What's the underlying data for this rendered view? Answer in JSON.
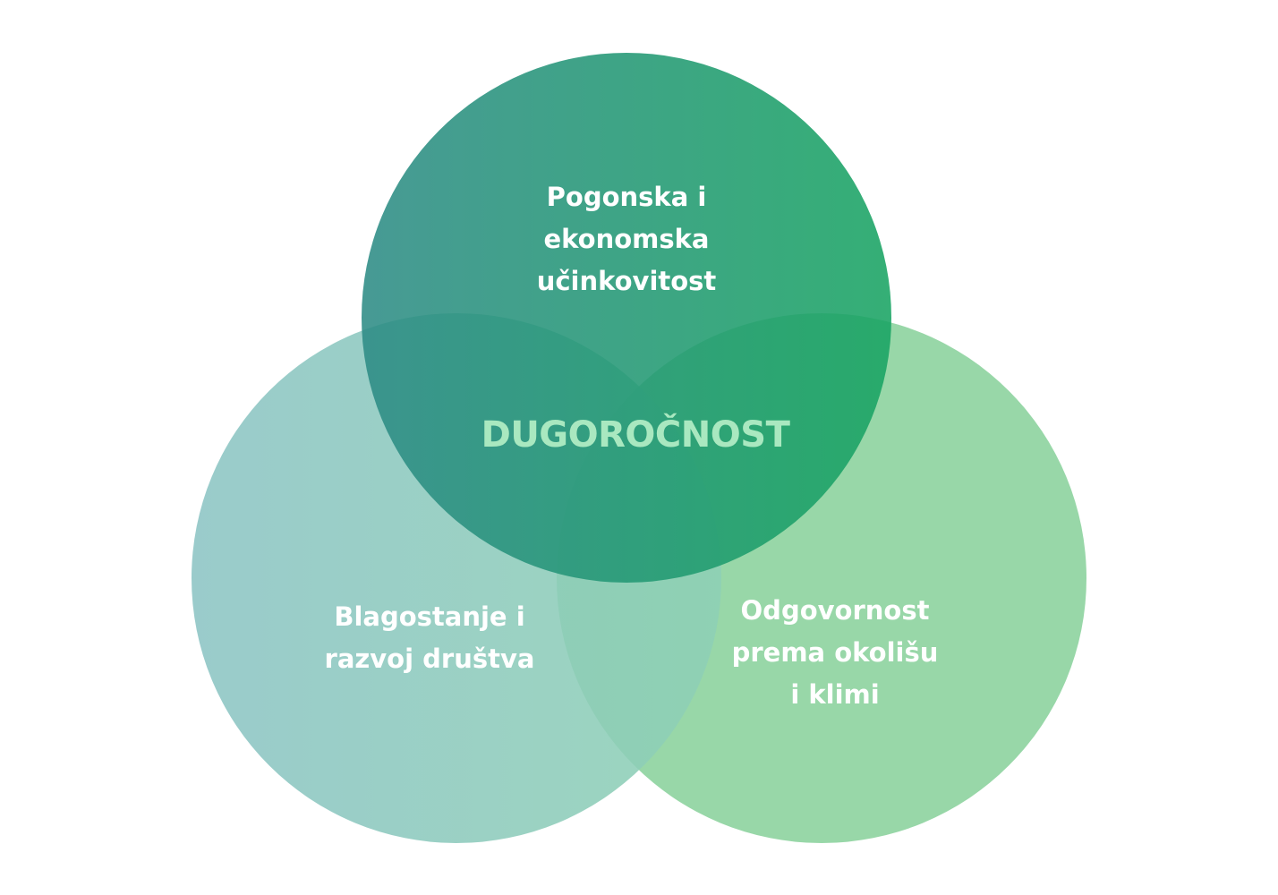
{
  "diagram": {
    "center": "DUGOROČNOST",
    "sets": [
      {
        "key": "top",
        "lines": [
          "Pogonska i",
          "ekonomska",
          "učinkovitost"
        ]
      },
      {
        "key": "left",
        "lines": [
          "Blagostanje i",
          "razvoj društva"
        ]
      },
      {
        "key": "right",
        "lines": [
          "Odgovornost",
          "prema okolišu",
          "i klimi"
        ]
      }
    ]
  },
  "colors": {
    "top_start": "#2e8c86",
    "top_end": "#19a463",
    "left_start": "#8cc4c4",
    "left_end": "#8ed0b5",
    "right": "#8ad19c",
    "label_text": "#ffffff",
    "center_text": "#a9e8c0"
  }
}
